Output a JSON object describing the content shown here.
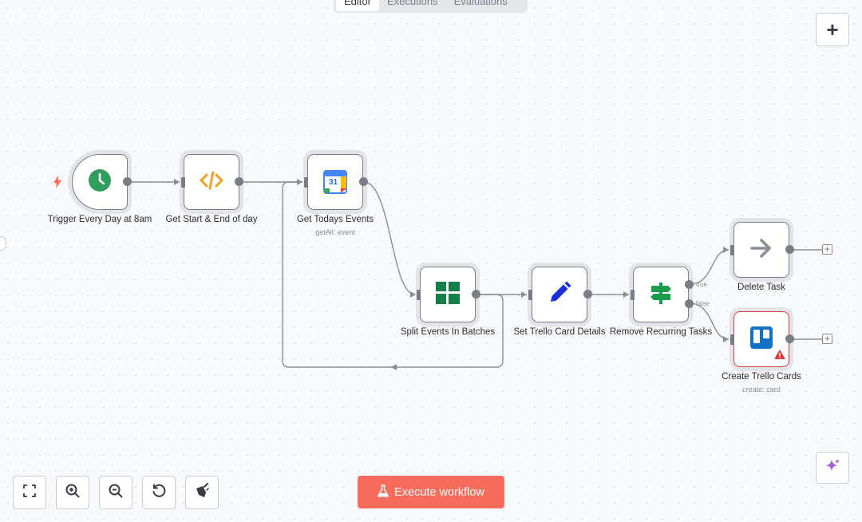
{
  "tabs": [
    {
      "label": "Editor",
      "active": true
    },
    {
      "label": "Executions",
      "active": false
    },
    {
      "label": "Evaluations",
      "active": false
    }
  ],
  "nodes": {
    "trigger": {
      "label": "Trigger Every Day at 8am",
      "icon": "clock-icon"
    },
    "code": {
      "label": "Get Start & End of day",
      "icon": "code-icon"
    },
    "calendar": {
      "label": "Get Todays Events",
      "subtitle": "getAll: event",
      "icon": "google-calendar-icon",
      "icon_text": "31"
    },
    "split": {
      "label": "Split Events In Batches",
      "icon": "grid-icon"
    },
    "set": {
      "label": "Set Trello Card Details",
      "icon": "pencil-icon"
    },
    "if": {
      "label": "Remove Recurring Tasks",
      "icon": "signpost-icon",
      "true_label": "true",
      "false_label": "false"
    },
    "delete": {
      "label": "Delete Task",
      "icon": "arrow-right-icon"
    },
    "trello": {
      "label": "Create Trello Cards",
      "subtitle": "create: card",
      "icon": "trello-icon",
      "status": "warning"
    }
  },
  "controls": {
    "execute_label": "Execute workflow",
    "add_node_label": "+",
    "zoom_to_fit": "zoom-to-fit-icon",
    "zoom_in": "zoom-in-icon",
    "zoom_out": "zoom-out-icon",
    "reset": "reset-zoom-icon",
    "tidy": "tidy-up-icon",
    "ai": "sparkle-icon"
  },
  "colors": {
    "execute_bg": "#f96c5b",
    "clock": "#2f9e5d",
    "code": "#f0a024",
    "grid": "#157f4a",
    "pencil": "#1a2fd9",
    "signpost": "#1b9b4e",
    "trello": "#1472c4",
    "warning": "#d83b3b",
    "sparkle": "#a461d8"
  }
}
